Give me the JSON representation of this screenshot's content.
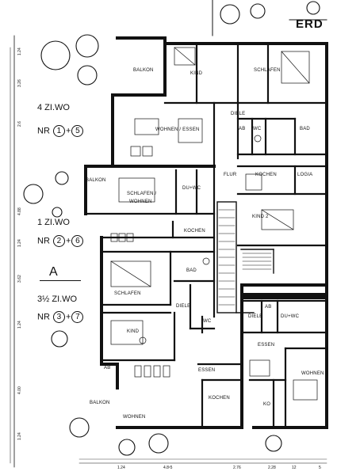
{
  "header": {
    "title": "ERD"
  },
  "legend": {
    "unit_a": {
      "prefix": "4 ZI.WO",
      "nr": "NR",
      "n1": "1",
      "plus": "+",
      "n2": "5"
    },
    "unit_b": {
      "prefix": "1  ZI.WO",
      "nr": "NR",
      "n1": "2",
      "plus": "+",
      "n2": "6"
    },
    "section": "A",
    "unit_c": {
      "prefix": "3½ ZI.WO",
      "nr": "NR",
      "n1": "3",
      "plus": "+",
      "n2": "7"
    }
  },
  "rooms": {
    "balkon_top": "BALKON",
    "kind_top": "KIND",
    "schlafen_top": "SCHLAFEN",
    "diele_top": "DIELE",
    "ab_top": "AB",
    "wc_top": "WC",
    "bad_top": "BAD",
    "wohnen_essen": "WOHNEN / ESSEN",
    "flur": "FLUR",
    "kochen_right": "KOCHEN",
    "loggia": "LOGIA",
    "balkon_mid": "BALKON",
    "schlafen_wohnen_1": "SCHLAFEN /",
    "schlafen_wohnen_2": "WOHNEN",
    "du_wc_mid": "DU+WC",
    "kind2": "KIND 2",
    "kochen_mid": "KOCHEN",
    "bad_lower": "BAD",
    "schlafen_lower": "SCHLAFEN",
    "diele_lower": "DIELE",
    "wc_lower": "WC",
    "diele_right": "DIELE",
    "ab_right": "AB",
    "du_wc_right": "DU+WC",
    "kind_lower": "KIND",
    "ab_bottom": "AB",
    "essen_bottom": "ESSEN",
    "essen_right": "ESSEN",
    "wohnen_right": "WOHNEN",
    "balkon_bottom": "BALKON",
    "wohnen_bottom": "WOHNEN",
    "kochen_bottom": "KOCHEN",
    "ko": "KO"
  },
  "dimensions": {
    "left": [
      "1.24",
      "3.26",
      "2.6",
      "4.88",
      "1.24",
      "3.62",
      "1.24",
      "4.00",
      "1.24"
    ],
    "bottom": [
      "1.24",
      "4.8¹5",
      "2.76",
      "2.28",
      "12",
      "5"
    ]
  }
}
